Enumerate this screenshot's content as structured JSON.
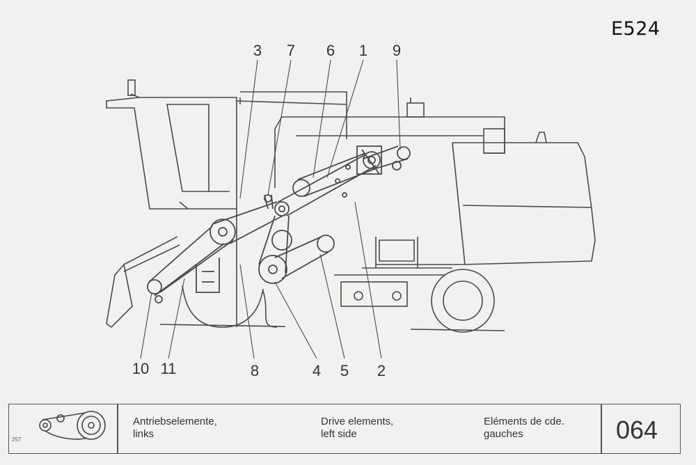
{
  "header": {
    "model_code": "E524"
  },
  "callouts": {
    "n3": "3",
    "n7": "7",
    "n6": "6",
    "n1": "1",
    "n9": "9",
    "n10": "10",
    "n11": "11",
    "n8": "8",
    "n4": "4",
    "n5": "5",
    "n2": "2"
  },
  "footer": {
    "sheet_code": "257",
    "caption_de": "Antriebselemente,\nlinks",
    "caption_en": "Drive elements,\nleft side",
    "caption_fr": "Eléments de cde.\ngauches",
    "page_number": "064"
  },
  "icons": {
    "thumbnail": "belt-drive-thumbnail-icon",
    "drawing": "combine-harvester-drawing"
  }
}
